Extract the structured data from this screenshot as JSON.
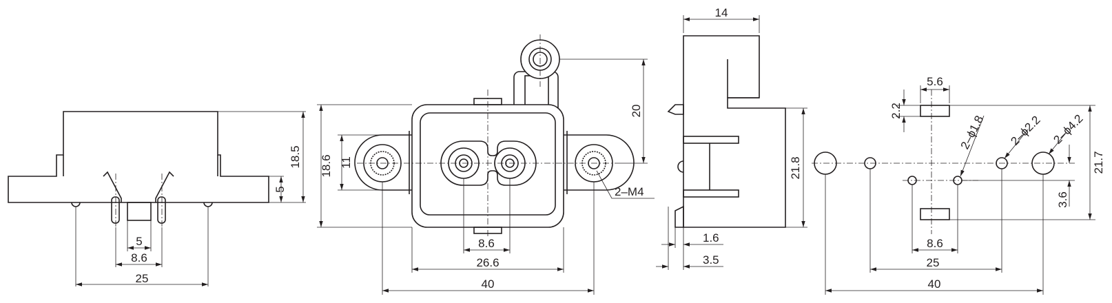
{
  "front_view": {
    "dim_5": "5",
    "dim_8_6": "8.6",
    "dim_25": "25",
    "dim_18_5": "18.5",
    "dim_5_right": "5"
  },
  "face_view": {
    "dim_18_6": "18.6",
    "dim_11": "11",
    "dim_20": "20",
    "dim_8_6": "8.6",
    "dim_26_6": "26.6",
    "dim_40": "40",
    "label_m4": "2–M4"
  },
  "side_view": {
    "dim_14": "14",
    "dim_21_8": "21.8",
    "dim_1_6": "1.6",
    "dim_3_5": "3.5"
  },
  "panel_cutout": {
    "dim_5_6": "5.6",
    "dim_2_2": "2.2",
    "label_hole_1_8": "2–ϕ1.8",
    "label_hole_2_2": "2–ϕ2.2",
    "label_hole_4_2": "2–ϕ4.2",
    "dim_21_7": "21.7",
    "dim_3_6": "3.6",
    "dim_8_6": "8.6",
    "dim_25": "25",
    "dim_40": "40"
  }
}
